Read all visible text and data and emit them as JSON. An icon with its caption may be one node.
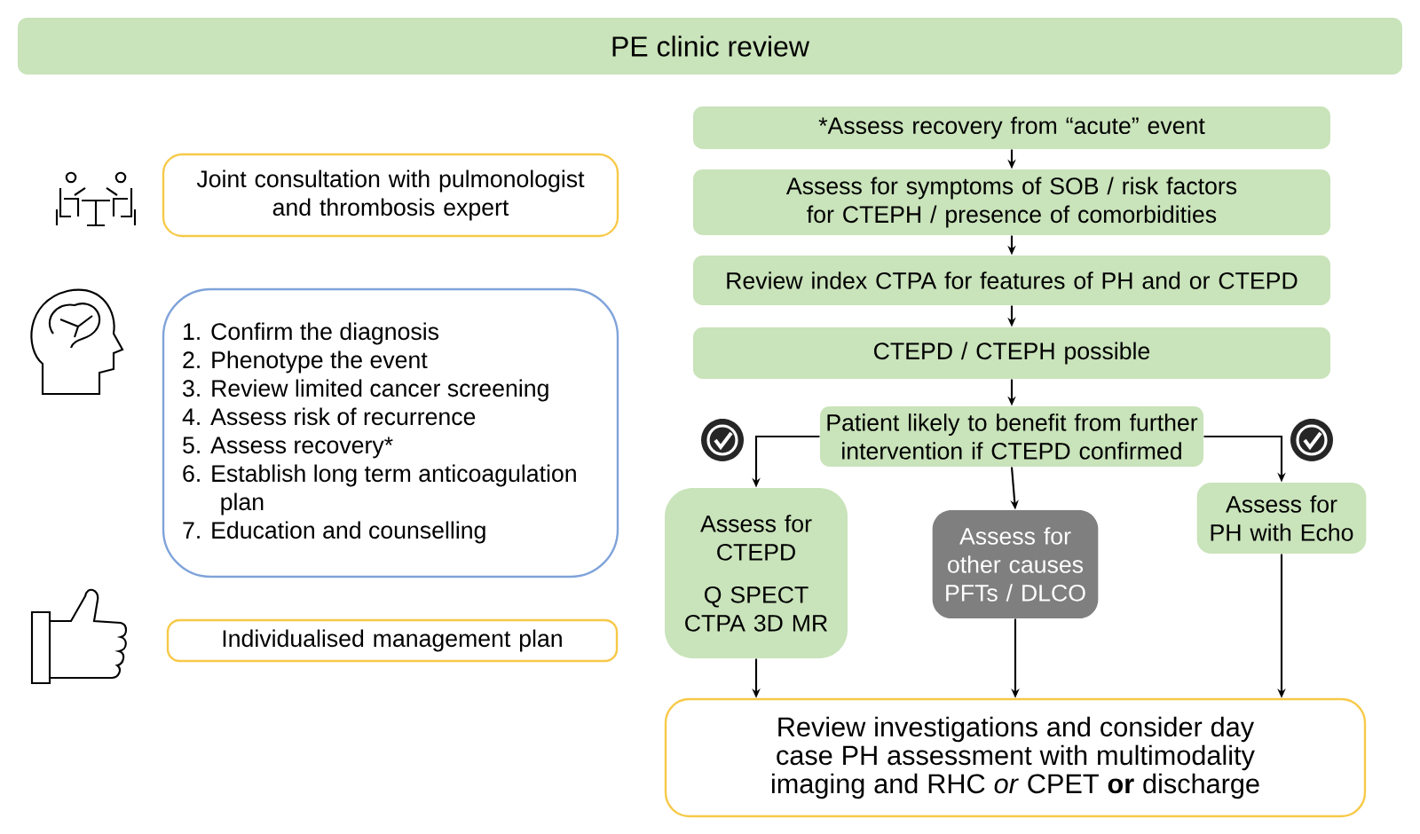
{
  "diagram": {
    "nodes": [
      {
        "text": [
          "PE clinic review"
        ]
      },
      {
        "text": [
          "Joint consultation with pulmonologist and thrombosis expert"
        ]
      },
      {
        "text": [
          "1. Confirm the diagnosis",
          "2. Phenotype the event",
          "3. Review limited cancer screening",
          "4. Assess risk of recurrence",
          "5. Assess recovery*",
          "6. Establish long term anticoagulation plan",
          "7. Education and counselling"
        ]
      },
      {
        "text": [
          "Individualised management plan"
        ]
      },
      {
        "text": [
          "*Assess recovery from “acute” event"
        ]
      },
      {
        "text": [
          "Assess for symptoms of SOB / risk factors for CTEPH / presence of comorbidities"
        ]
      },
      {
        "text": [
          "Review index CTPA for features of PH and or CTEPD"
        ]
      },
      {
        "text": [
          "CTEPD / CTEPH possible"
        ]
      },
      {
        "text": [
          "Patient likely to benefit from further intervention if CTEPD confirmed"
        ]
      },
      {
        "text": [
          "Assess for CTEPD",
          "Q SPECT CTPA 3D MR"
        ]
      },
      {
        "text": [
          "Assess for other causes PFTs / DLCO"
        ]
      },
      {
        "text": [
          "Assess for PH with Echo"
        ]
      },
      {
        "text": [
          "Review investigations and consider day case PH assessment with multimodality imaging and RHC *or* CPET **or** discharge"
        ]
      }
    ],
    "edges": [
      {
        "from": 4,
        "to": 5,
        "arrow": "to"
      },
      {
        "from": 5,
        "to": 6,
        "arrow": "to"
      },
      {
        "from": 6,
        "to": 7,
        "arrow": "to"
      },
      {
        "from": 7,
        "to": 8,
        "arrow": "to"
      },
      {
        "from": 8,
        "to": 9,
        "arrow": "to"
      },
      {
        "from": 8,
        "to": 10,
        "arrow": "to"
      },
      {
        "from": 8,
        "to": 11,
        "arrow": "to"
      },
      {
        "from": 9,
        "to": 12,
        "arrow": "to"
      },
      {
        "from": 10,
        "to": 12,
        "arrow": "to"
      },
      {
        "from": 11,
        "to": 12,
        "arrow": "to"
      }
    ]
  }
}
